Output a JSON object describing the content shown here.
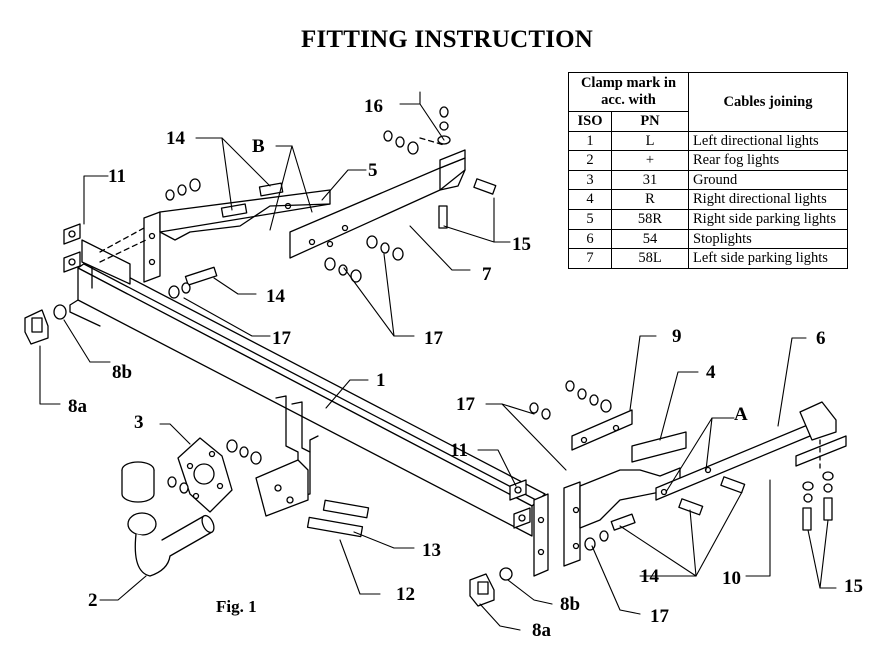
{
  "title": "FITTING INSTRUCTION",
  "table": {
    "header_clamp": "Clamp mark in acc. with",
    "header_iso": "ISO",
    "header_pn": "PN",
    "header_cables": "Cables joining",
    "rows": [
      {
        "iso": "1",
        "pn": "L",
        "desc": "Left directional lights"
      },
      {
        "iso": "2",
        "pn": "+",
        "desc": "Rear fog lights"
      },
      {
        "iso": "3",
        "pn": "31",
        "desc": "Ground"
      },
      {
        "iso": "4",
        "pn": "R",
        "desc": "Right directional lights"
      },
      {
        "iso": "5",
        "pn": "58R",
        "desc": "Right side parking lights"
      },
      {
        "iso": "6",
        "pn": "54",
        "desc": "Stoplights"
      },
      {
        "iso": "7",
        "pn": "58L",
        "desc": "Left side parking lights"
      }
    ]
  },
  "figure_caption": "Fig. 1",
  "part_labels": {
    "p16": "16",
    "p14a": "14",
    "pB": "B",
    "p5": "5",
    "p11a": "11",
    "p15a": "15",
    "p7": "7",
    "p14b": "14",
    "p17a": "17",
    "p17b": "17",
    "p9": "9",
    "p6": "6",
    "p8b_a": "8b",
    "p1": "1",
    "p4": "4",
    "p8a_a": "8a",
    "p3": "3",
    "p17c": "17",
    "pA": "A",
    "p11b": "11",
    "p13": "13",
    "p12": "12",
    "p2": "2",
    "p8b_b": "8b",
    "p14c": "14",
    "p10": "10",
    "p15b": "15",
    "p17d": "17",
    "p8a_b": "8a"
  }
}
